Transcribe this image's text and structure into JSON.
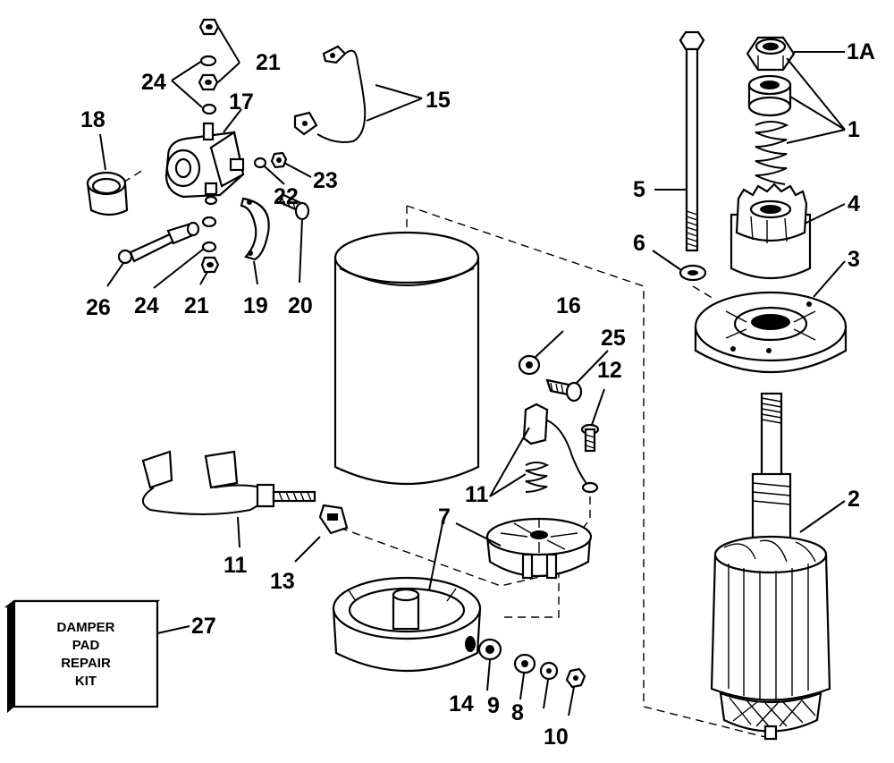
{
  "callouts": {
    "c1A": "1A",
    "c1": "1",
    "c2": "2",
    "c3": "3",
    "c4": "4",
    "c5": "5",
    "c6": "6",
    "c7": "7",
    "c8": "8",
    "c9": "9",
    "c10": "10",
    "c11a": "11",
    "c11b": "11",
    "c12": "12",
    "c13": "13",
    "c14": "14",
    "c15": "15",
    "c16": "16",
    "c17": "17",
    "c18": "18",
    "c19": "19",
    "c20": "20",
    "c21a": "21",
    "c21b": "21",
    "c22": "22",
    "c23": "23",
    "c24a": "24",
    "c24b": "24",
    "c25": "25",
    "c26": "26",
    "c27": "27"
  },
  "kit_box": {
    "line1": "DAMPER",
    "line2": "PAD",
    "line3": "REPAIR",
    "line4": "KIT"
  }
}
